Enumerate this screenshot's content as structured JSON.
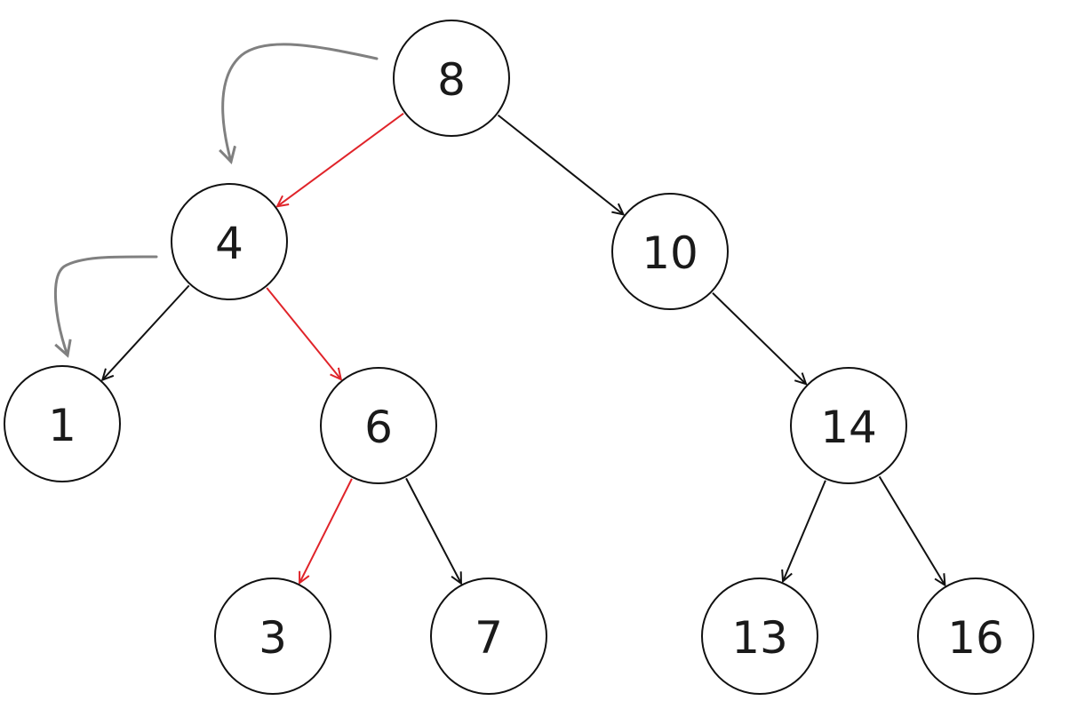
{
  "diagram": {
    "type": "binary-search-tree",
    "colors": {
      "node_stroke": "#111111",
      "node_fill": "#ffffff",
      "label": "#1a1a1a",
      "edge_default": "#111111",
      "edge_highlight": "#e0242a",
      "hint_arrow": "#808080"
    },
    "nodes": [
      {
        "id": "n8",
        "label": "8"
      },
      {
        "id": "n4",
        "label": "4"
      },
      {
        "id": "n10",
        "label": "10"
      },
      {
        "id": "n1",
        "label": "1"
      },
      {
        "id": "n6",
        "label": "6"
      },
      {
        "id": "n14",
        "label": "14"
      },
      {
        "id": "n3",
        "label": "3"
      },
      {
        "id": "n7",
        "label": "7"
      },
      {
        "id": "n13",
        "label": "13"
      },
      {
        "id": "n16",
        "label": "16"
      }
    ],
    "edges": [
      {
        "from": "n8",
        "to": "n4",
        "highlight": true
      },
      {
        "from": "n8",
        "to": "n10",
        "highlight": false
      },
      {
        "from": "n4",
        "to": "n1",
        "highlight": false
      },
      {
        "from": "n4",
        "to": "n6",
        "highlight": true
      },
      {
        "from": "n10",
        "to": "n14",
        "highlight": false
      },
      {
        "from": "n6",
        "to": "n3",
        "highlight": true
      },
      {
        "from": "n6",
        "to": "n7",
        "highlight": false
      },
      {
        "from": "n14",
        "to": "n13",
        "highlight": false
      },
      {
        "from": "n14",
        "to": "n16",
        "highlight": false
      }
    ],
    "hint_arrows": [
      {
        "from": "n8",
        "to": "n4"
      },
      {
        "from": "n4",
        "to": "n1"
      }
    ]
  }
}
